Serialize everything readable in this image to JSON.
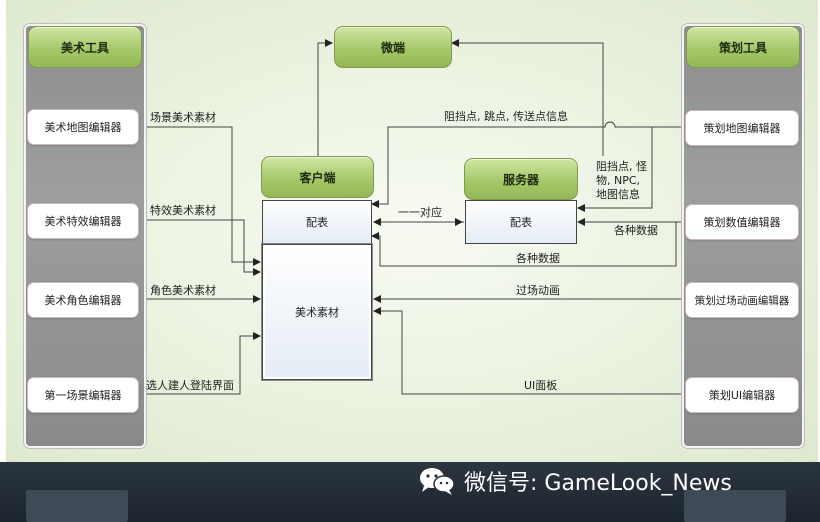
{
  "art_tools": {
    "header": "美术工具",
    "items": [
      "美术地图编辑器",
      "美术特效编辑器",
      "美术角色编辑器",
      "第一场景编辑器"
    ]
  },
  "design_tools": {
    "header": "策划工具",
    "items": [
      "策划地图编辑器",
      "策划数值编辑器",
      "策划过场动画编辑器",
      "策划UI编辑器"
    ]
  },
  "nodes": {
    "microterminal": "微端",
    "client": "客户端",
    "server": "服务器",
    "client_table": "配表",
    "server_table": "配表",
    "art_assets": "美术素材"
  },
  "labels": {
    "scene_art": "场景美术素材",
    "effect_art": "特效美术素材",
    "role_art": "角色美术素材",
    "login_screen": "选人建人登陆界面",
    "block_jump_teleport": "阻挡点, 跳点, 传送点信息",
    "one_to_one": "一一对应",
    "server_map_info": "阻挡点, 怪物, NPC, 地图信息",
    "various_data_server": "各种数据",
    "various_data_client": "各种数据",
    "cutscene": "过场动画",
    "ui_panel": "UI面板"
  },
  "watermark": "微信号: GameLook_News"
}
